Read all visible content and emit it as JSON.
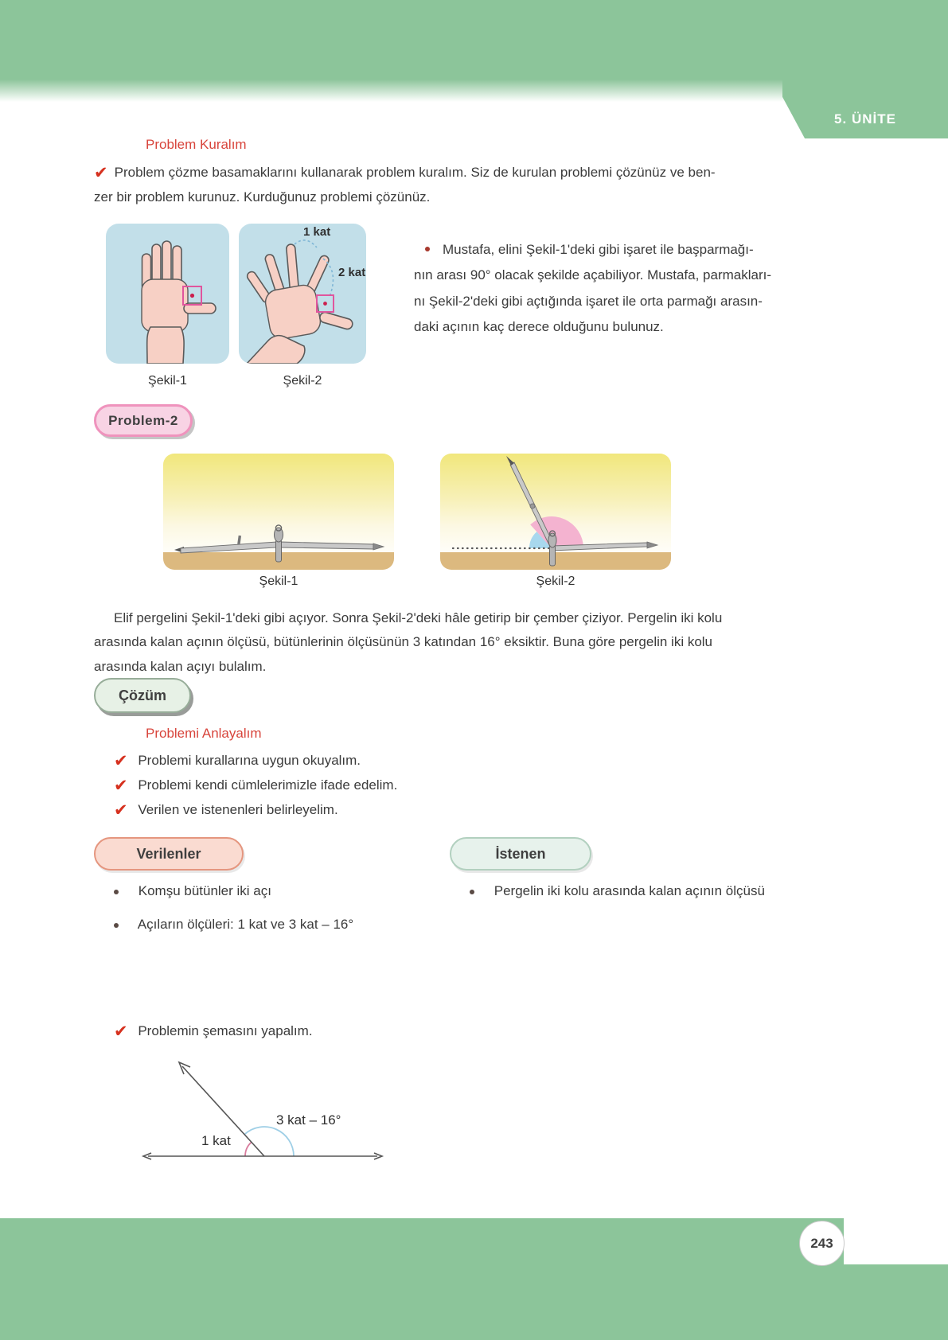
{
  "header": {
    "unit_label": "5. ÜNİTE"
  },
  "problem_kuralim": {
    "heading": "Problem Kuralım",
    "intro": "Problem çözme basamaklarını kullanarak problem kuralım. Siz de kurulan problemi çözünüz ve ben-\nzer bir problem kurunuz. Kurduğunuz problemi çözünüz.",
    "figures": [
      {
        "caption": "Şekil-1"
      },
      {
        "caption": "Şekil-2",
        "labels": [
          "1 kat",
          "2 kat"
        ]
      }
    ],
    "bullet_text": "Mustafa, elini Şekil-1'deki gibi işaret ile başparmağı-\nnın arası 90° olacak şekilde açabiliyor. Mustafa, parmakları-\nnı Şekil-2'deki gibi açtığında işaret ile orta parmağı arasın-\ndaki açının kaç derece olduğunu bulunuz."
  },
  "problem2": {
    "badge": "Problem-2",
    "figures": [
      {
        "caption": "Şekil-1"
      },
      {
        "caption": "Şekil-2"
      }
    ],
    "body": "Elif pergelini Şekil-1'deki gibi açıyor. Sonra Şekil-2'deki hâle getirip bir çember çiziyor. Pergelin iki kolu\narasında kalan açının ölçüsü, bütünlerinin ölçüsünün 3 katından 16° eksiktir. Buna göre pergelin iki kolu\narasında kalan açıyı bulalım."
  },
  "cozum": {
    "badge": "Çözüm",
    "heading": "Problemi Anlayalım",
    "checklist": [
      "Problemi kurallarına uygun okuyalım.",
      "Problemi kendi cümlelerimizle ifade edelim.",
      "Verilen ve istenenleri belirleyelim."
    ],
    "verilenler": {
      "badge": "Verilenler",
      "items": [
        "Komşu bütünler iki açı",
        "Açıların ölçüleri: 1 kat ve 3 kat – 16°"
      ]
    },
    "istenen": {
      "badge": "İstenen",
      "items": [
        "Pergelin iki kolu arasında kalan açının ölçüsü"
      ]
    },
    "schema_check": "Problemin şemasını yapalım.",
    "diagram": {
      "left_angle_label": "1 kat",
      "right_angle_label": "3 kat – 16°"
    }
  },
  "footer": {
    "page_number": "243"
  },
  "colors": {
    "band_green": "#8cc59a",
    "heading_red": "#d8453c",
    "check_red": "#d6311f",
    "problem_badge_pink": "#f8d3e4",
    "problem_badge_border": "#ef93bd",
    "cozum_badge_green": "#e7f1e6",
    "verilenler_badge_pink": "#fadbd1",
    "istenen_badge_green": "#e7f2ec",
    "hand_box_blue": "#c2dfe9",
    "compass_ground_tan": "#dcb97f",
    "angle_arc_pink": "#d97d9e",
    "angle_arc_blue": "#9fcfe6"
  }
}
